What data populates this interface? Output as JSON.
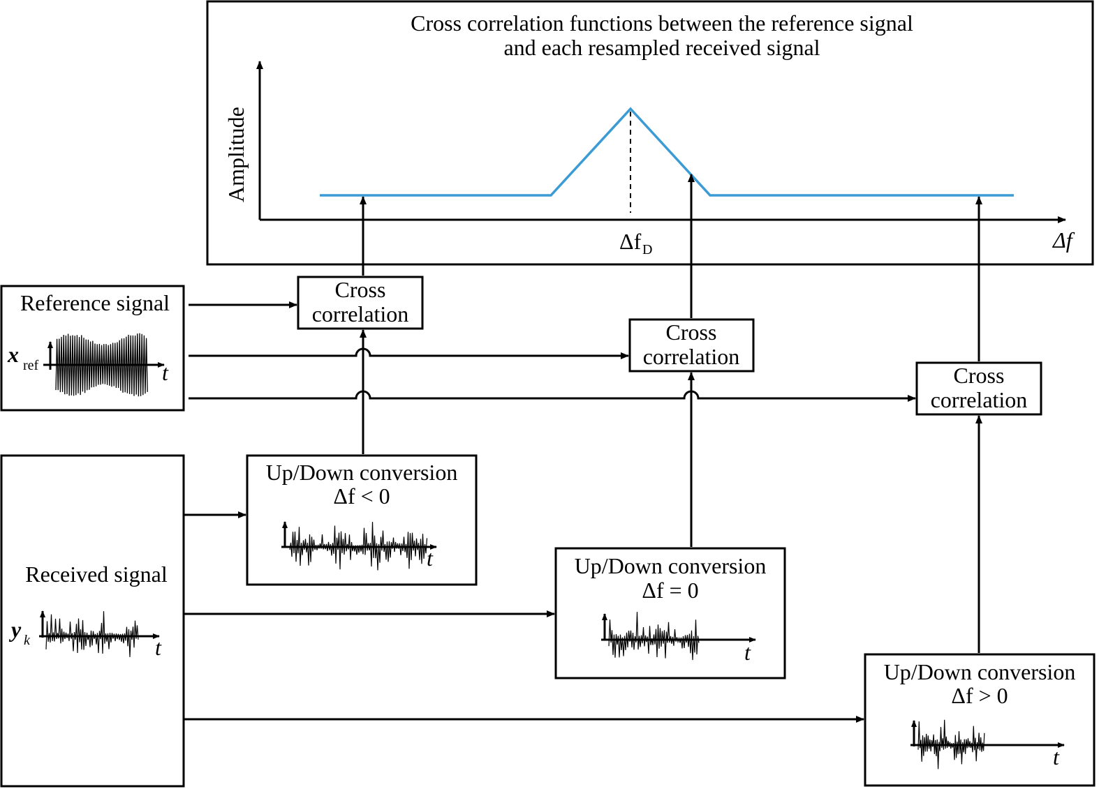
{
  "chart_panel": {
    "title_line1": "Cross correlation functions between the reference signal",
    "title_line2": "and each resampled received signal",
    "ylabel": "Amplitude",
    "peak_label_main": "Δf",
    "peak_label_sub": "D",
    "xlabel": "Δf",
    "line_color": "#3a9bd5"
  },
  "reference": {
    "label": "Reference signal",
    "symbol": "x",
    "symbol_sub": "ref",
    "axis_label": "t"
  },
  "received": {
    "label": "Received signal",
    "symbol": "y",
    "symbol_sub": "k",
    "axis_label": "t"
  },
  "cross_correlation": {
    "line1": "Cross",
    "line2": "correlation"
  },
  "conversions": [
    {
      "title": "Up/Down conversion",
      "condition": "Δf < 0",
      "axis_label": "t"
    },
    {
      "title": "Up/Down conversion",
      "condition": "Δf = 0",
      "axis_label": "t"
    },
    {
      "title": "Up/Down conversion",
      "condition": "Δf > 0",
      "axis_label": "t"
    }
  ]
}
